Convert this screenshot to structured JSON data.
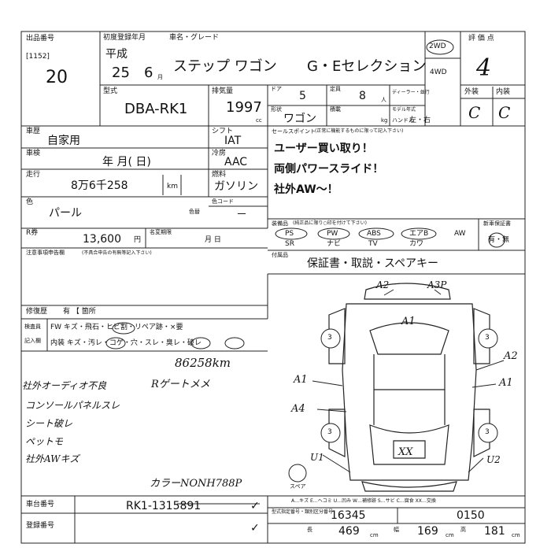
{
  "header": {
    "lot_label": "出品番号",
    "lot_code": "[1152]",
    "lot_number": "20",
    "first_reg_label": "初度登録年月",
    "name_grade_label": "車名・グレード",
    "era": "平成",
    "year": "25",
    "month": "6",
    "month_unit": "月",
    "car_name": "ステップ ワゴン",
    "grade": "G・Eセレクション",
    "drive_2wd": "2WD",
    "drive_4wd": "4WD",
    "score_label": "評 価 点",
    "score_value": "4",
    "model_label": "型式",
    "model_code": "DBA-RK1",
    "displacement_label": "排気量",
    "displacement": "1997",
    "displacement_unit": "cc",
    "doors_label": "ドア",
    "doors": "5",
    "capacity_label": "定員",
    "capacity": "8",
    "capacity_unit": "人",
    "dealer_label": "ディーラー・並行",
    "body_label": "形状",
    "body_type": "ワゴン",
    "load_label": "積載",
    "load_unit": "kg",
    "handle_label": "ハンドル",
    "handle_value": "左・右",
    "model_year_label": "モデル年式",
    "ext_label": "外装",
    "int_label": "内装",
    "ext_grade": "C",
    "int_grade": "C"
  },
  "details": {
    "history_label": "車歴",
    "history_value": "自家用",
    "inspection_label": "車検",
    "inspection_value": "年 月( 日)",
    "shift_label": "シフト",
    "shift_value": "IAT",
    "ac_label": "冷房",
    "ac_value": "AAC",
    "mileage_label": "走行",
    "mileage_value": "8万6千258",
    "mileage_unit": "km",
    "fuel_label": "燃料",
    "fuel_value": "ガソリン",
    "color_label": "色",
    "color_value": "パール",
    "color_change_label": "色替",
    "color_code_label": "色コード",
    "color_code_value": "－",
    "recycle_label": "R券",
    "recycle_value": "13,600",
    "recycle_unit": "円",
    "ownership_label": "名変期限",
    "ownership_value": "月 日",
    "notes_label": "注意事項申告欄",
    "notes_sub": "(不具合申告の有無等記入下さい)",
    "repair_label": "修復歴",
    "repair_value": "有 【 箇所"
  },
  "sales_points": {
    "label": "セールスポイント",
    "sub": "(正常に機能するものに限って記入下さい)",
    "line1": "ユーザー買い取り！",
    "line2": "両側パワースライド！",
    "line3": "社外AW～！"
  },
  "equipment": {
    "label": "装備品",
    "sub": "(純正品に限り○印を付けて下さい)",
    "new_car_label": "新車保証書",
    "new_car_value": "有・無",
    "row1": [
      "PS",
      "PW",
      "ABS",
      "エアB",
      "AW"
    ],
    "row2": [
      "SR",
      "ナビ",
      "TV",
      "カワ"
    ],
    "accessories_label": "付属品",
    "accessories_value": "保証書・取説・スペアキー"
  },
  "inspector": {
    "label1": "検査員",
    "label2": "記入欄",
    "row1": "FW キズ・飛石・ヒビ割・リペア跡・×要",
    "row2": "内装 キズ・汚レ・コゲ・穴・スレ・臭レ・破レ"
  },
  "handwritten": {
    "mileage_note": "86258km",
    "note_left": [
      "社外オーディオ不良",
      "コンソールパネルスレ",
      "シート破レ",
      "ペットモ",
      "社外AWキズ"
    ],
    "note_right": "Rゲートメメ",
    "color_note": "カラーNONH788P"
  },
  "diagram_marks": {
    "a2_top": "A2",
    "a3p": "A3P",
    "a1_hood": "A1",
    "a2_right": "A2",
    "a1_left": "A1",
    "a1_right": "A1",
    "a4_left": "A4",
    "xx_center": "XX",
    "u1": "U1",
    "u2": "U2",
    "wheel": "3",
    "spare_label": "スペア"
  },
  "legend": "A…キズ E…ヘコミ U…凹み W…補修跡 S…サビ C…腐食 XX…交換",
  "footer": {
    "chassis_label": "車台番号",
    "chassis_value": "RK1-1315891",
    "reg_label": "登録番号",
    "ok_mark": "✓",
    "dims_title": "型式指定番号・類別区分番号",
    "length_label": "長",
    "length_value": "469",
    "width_label": "幅",
    "width_value": "169",
    "height_label": "高",
    "height_value": "181",
    "dim_unit": "cm",
    "spec_no": "16345",
    "class_no": "0150"
  }
}
